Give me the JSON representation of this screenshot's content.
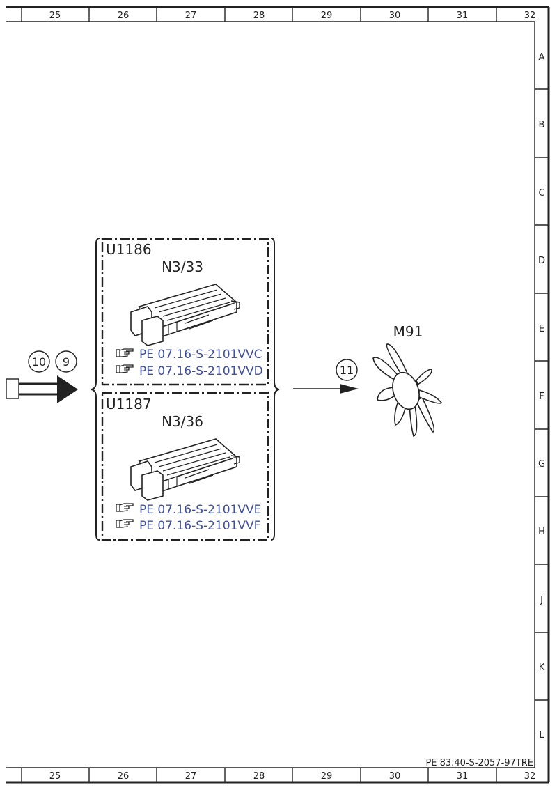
{
  "grid": {
    "columns": [
      "25",
      "26",
      "27",
      "28",
      "29",
      "30",
      "31",
      "32"
    ],
    "rows": [
      "A",
      "B",
      "C",
      "D",
      "E",
      "F",
      "G",
      "H",
      "J",
      "K",
      "L"
    ]
  },
  "document_id": "PE 83.40-S-2057-97TRE",
  "inputs": {
    "circle_left": "10",
    "circle_right": "9"
  },
  "units": [
    {
      "unit_label": "U1186",
      "component": "N3/33",
      "refs": [
        "PE 07.16-S-2101VVC",
        "PE 07.16-S-2101VVD"
      ]
    },
    {
      "unit_label": "U1187",
      "component": "N3/36",
      "refs": [
        "PE 07.16-S-2101VVE",
        "PE 07.16-S-2101VVF"
      ]
    }
  ],
  "output": {
    "circle": "11",
    "component": "M91"
  },
  "colors": {
    "line": "#222222",
    "link": "#3f4f9a"
  }
}
